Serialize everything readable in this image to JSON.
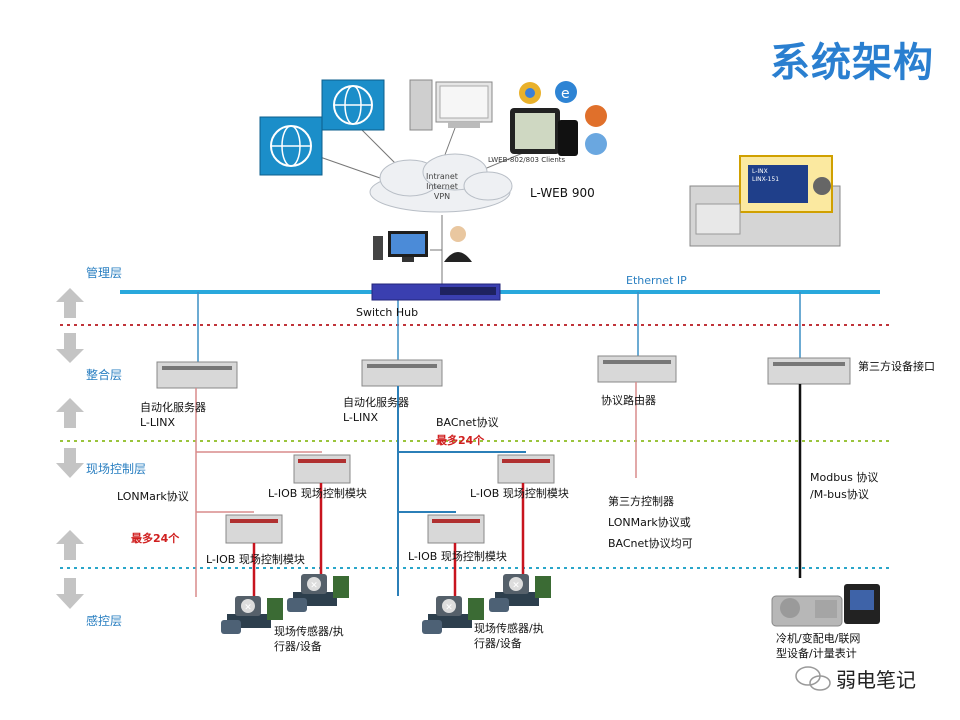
{
  "title": "系统架构",
  "layers": [
    "管理层",
    "整合层",
    "现场控制层",
    "感控层"
  ],
  "network": {
    "cloud_lines": [
      "Intranet",
      "Internet",
      "VPN"
    ],
    "clients_label": "LWEB-802/803 Clients",
    "lweb_label": "L-WEB 900",
    "ethernet_label": "Ethernet IP",
    "switch_label": "Switch Hub"
  },
  "integration": {
    "server1_label": "自动化服务器",
    "server1_model": "L-LINX",
    "server2_label": "自动化服务器",
    "server2_model": "L-LINX",
    "router_label": "协议路由器",
    "third_party_label": "第三方设备接口"
  },
  "field": {
    "bacnet_label": "BACnet协议",
    "max24_a": "最多24个",
    "lonmark_label": "LONMark协议",
    "max24_b": "最多24个",
    "iob1": "L-IOB 现场控制模块",
    "iob2": "L-IOB 现场控制模块",
    "iob3": "L-IOB 现场控制模块",
    "iob4": "L-IOB 现场控制模块",
    "third_ctrl_1": "第三方控制器",
    "third_ctrl_2": "LONMark协议或",
    "third_ctrl_3": "BACnet协议均可",
    "modbus_1": "Modbus 协议",
    "modbus_2": "/M-bus协议"
  },
  "sensing": {
    "field_dev_1a": "现场传感器/执",
    "field_dev_1b": "行器/设备",
    "field_dev_2a": "现场传感器/执",
    "field_dev_2b": "行器/设备",
    "chiller_a": "冷机/变配电/联网",
    "chiller_b": "型设备/计量表计"
  },
  "lcd_text": [
    "L-INX",
    "LINX-151"
  ],
  "watermark": "弱电笔记",
  "colors": {
    "bus_blue": "#29a8dc",
    "bus_line": "#2b7fb8",
    "red_line": "#c8141e",
    "mgmt_sep": "#c0343a",
    "field_sep": "#9ac43c",
    "sense_sep": "#2aa6c9",
    "title_blue": "#2a7fd0"
  }
}
